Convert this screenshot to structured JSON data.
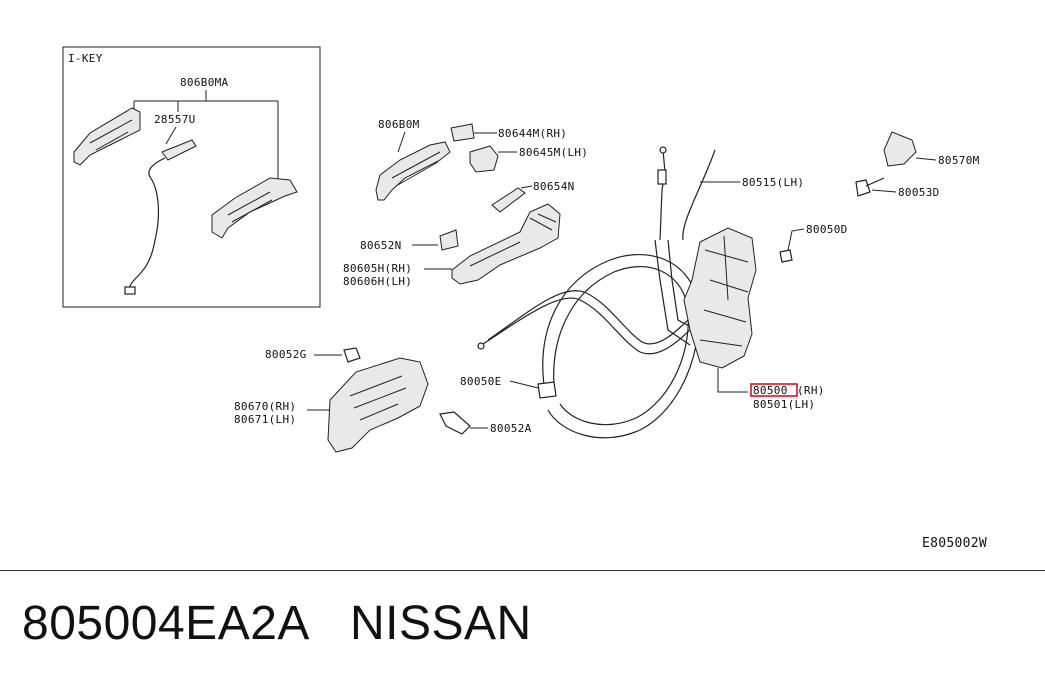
{
  "inset": {
    "title": "I-KEY",
    "labels": [
      "806B0MA",
      "28557U"
    ]
  },
  "callouts": {
    "c806B0M": "806B0M",
    "c80644M": "80644M(RH)",
    "c80645M": "80645M(LH)",
    "c80654N": "80654N",
    "c80652N": "80652N",
    "c80605H": "80605H(RH)",
    "c80606H": "80606H(LH)",
    "c80515": "80515(LH)",
    "c80570M": "80570M",
    "c80053D": "80053D",
    "c80050D": "80050D",
    "c80052G": "80052G",
    "c80670": "80670(RH)",
    "c80671": "80671(LH)",
    "c80052A": "80052A",
    "c80050E": "80050E",
    "c80500_code": "80500",
    "c80500_side": "(RH)",
    "c80501": "80501(LH)"
  },
  "highlight_color": "#e0121b",
  "diagram_code": "E805002W",
  "footer": {
    "part_number": "805004EA2A",
    "brand": "NISSAN"
  }
}
